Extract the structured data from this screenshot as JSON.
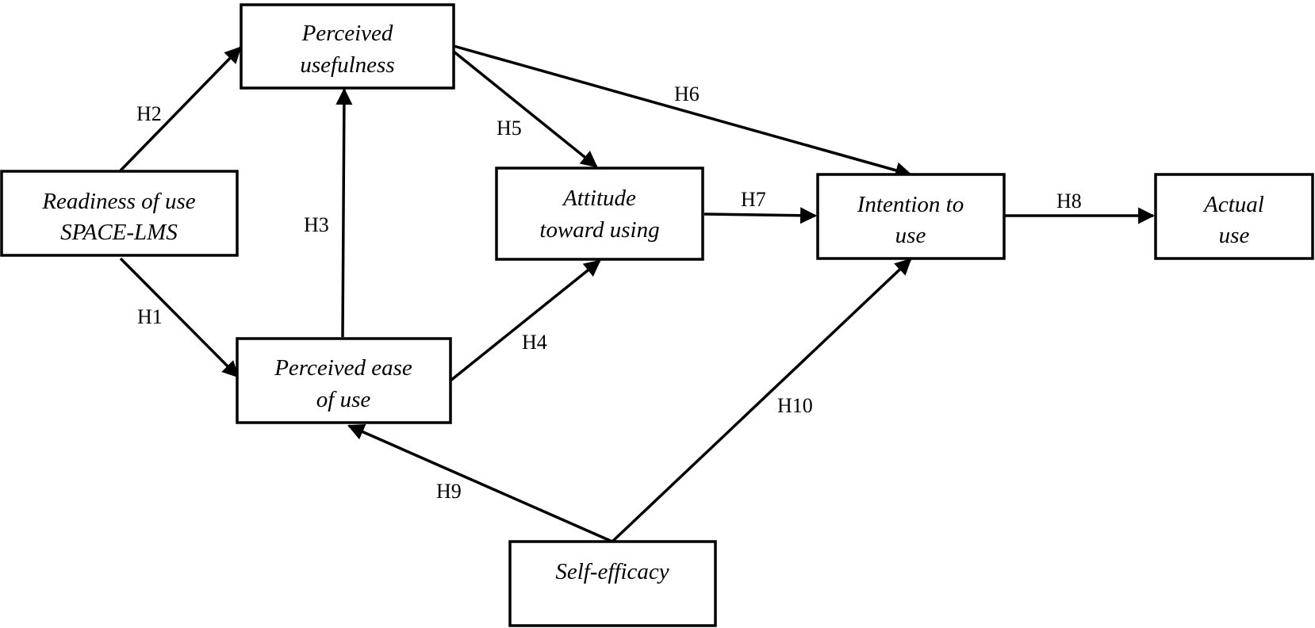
{
  "nodes": {
    "perceived_usefulness": {
      "lines": [
        "Perceived",
        "usefulness"
      ]
    },
    "readiness": {
      "lines": [
        "Readiness of use",
        "SPACE-LMS"
      ]
    },
    "attitude": {
      "lines": [
        "Attitude",
        "toward using"
      ]
    },
    "intention": {
      "lines": [
        "Intention to",
        "use"
      ]
    },
    "actual_use": {
      "lines": [
        "Actual",
        "use"
      ]
    },
    "ease_of_use": {
      "lines": [
        "Perceived ease",
        "of use"
      ]
    },
    "self_efficacy": {
      "lines": [
        "Self-efficacy"
      ]
    }
  },
  "edges": {
    "h1": {
      "label": "H1",
      "from": "Readiness of use SPACE-LMS",
      "to": "Perceived ease of use"
    },
    "h2": {
      "label": "H2",
      "from": "Readiness of use SPACE-LMS",
      "to": "Perceived usefulness"
    },
    "h3": {
      "label": "H3",
      "from": "Perceived ease of use",
      "to": "Perceived usefulness"
    },
    "h4": {
      "label": "H4",
      "from": "Perceived ease of use",
      "to": "Attitude toward using"
    },
    "h5": {
      "label": "H5",
      "from": "Perceived usefulness",
      "to": "Attitude toward using"
    },
    "h6": {
      "label": "H6",
      "from": "Perceived usefulness",
      "to": "Intention to use"
    },
    "h7": {
      "label": "H7",
      "from": "Attitude toward using",
      "to": "Intention to use"
    },
    "h8": {
      "label": "H8",
      "from": "Intention to use",
      "to": "Actual use"
    },
    "h9": {
      "label": "H9",
      "from": "Self-efficacy",
      "to": "Perceived ease of use"
    },
    "h10": {
      "label": "H10",
      "from": "Self-efficacy",
      "to": "Intention to use"
    }
  }
}
